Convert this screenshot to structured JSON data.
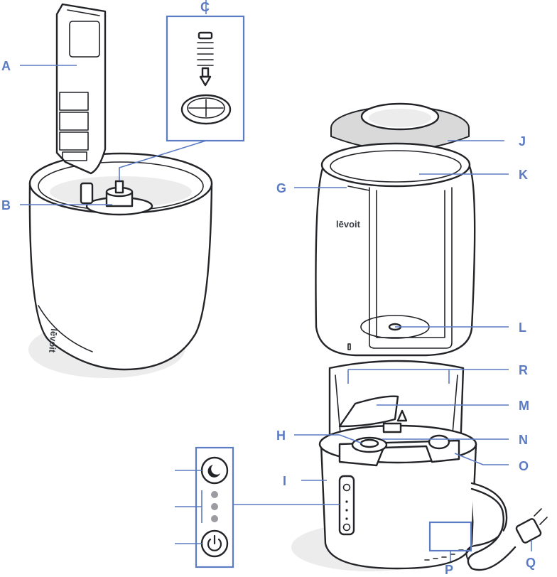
{
  "labels": {
    "A": "A",
    "B": "B",
    "C": "C",
    "G": "G",
    "H": "H",
    "I": "I",
    "J": "J",
    "K": "K",
    "L": "L",
    "M": "M",
    "N": "N",
    "O": "O",
    "P": "P",
    "Q": "Q",
    "R": "R"
  },
  "brand": "lēvoit",
  "colors": {
    "accent": "#5b7bc4",
    "outline": "#222428",
    "shadow": "#ececec"
  },
  "icons": [
    "sleep-mode-icon",
    "indicator-dots",
    "power-icon"
  ]
}
